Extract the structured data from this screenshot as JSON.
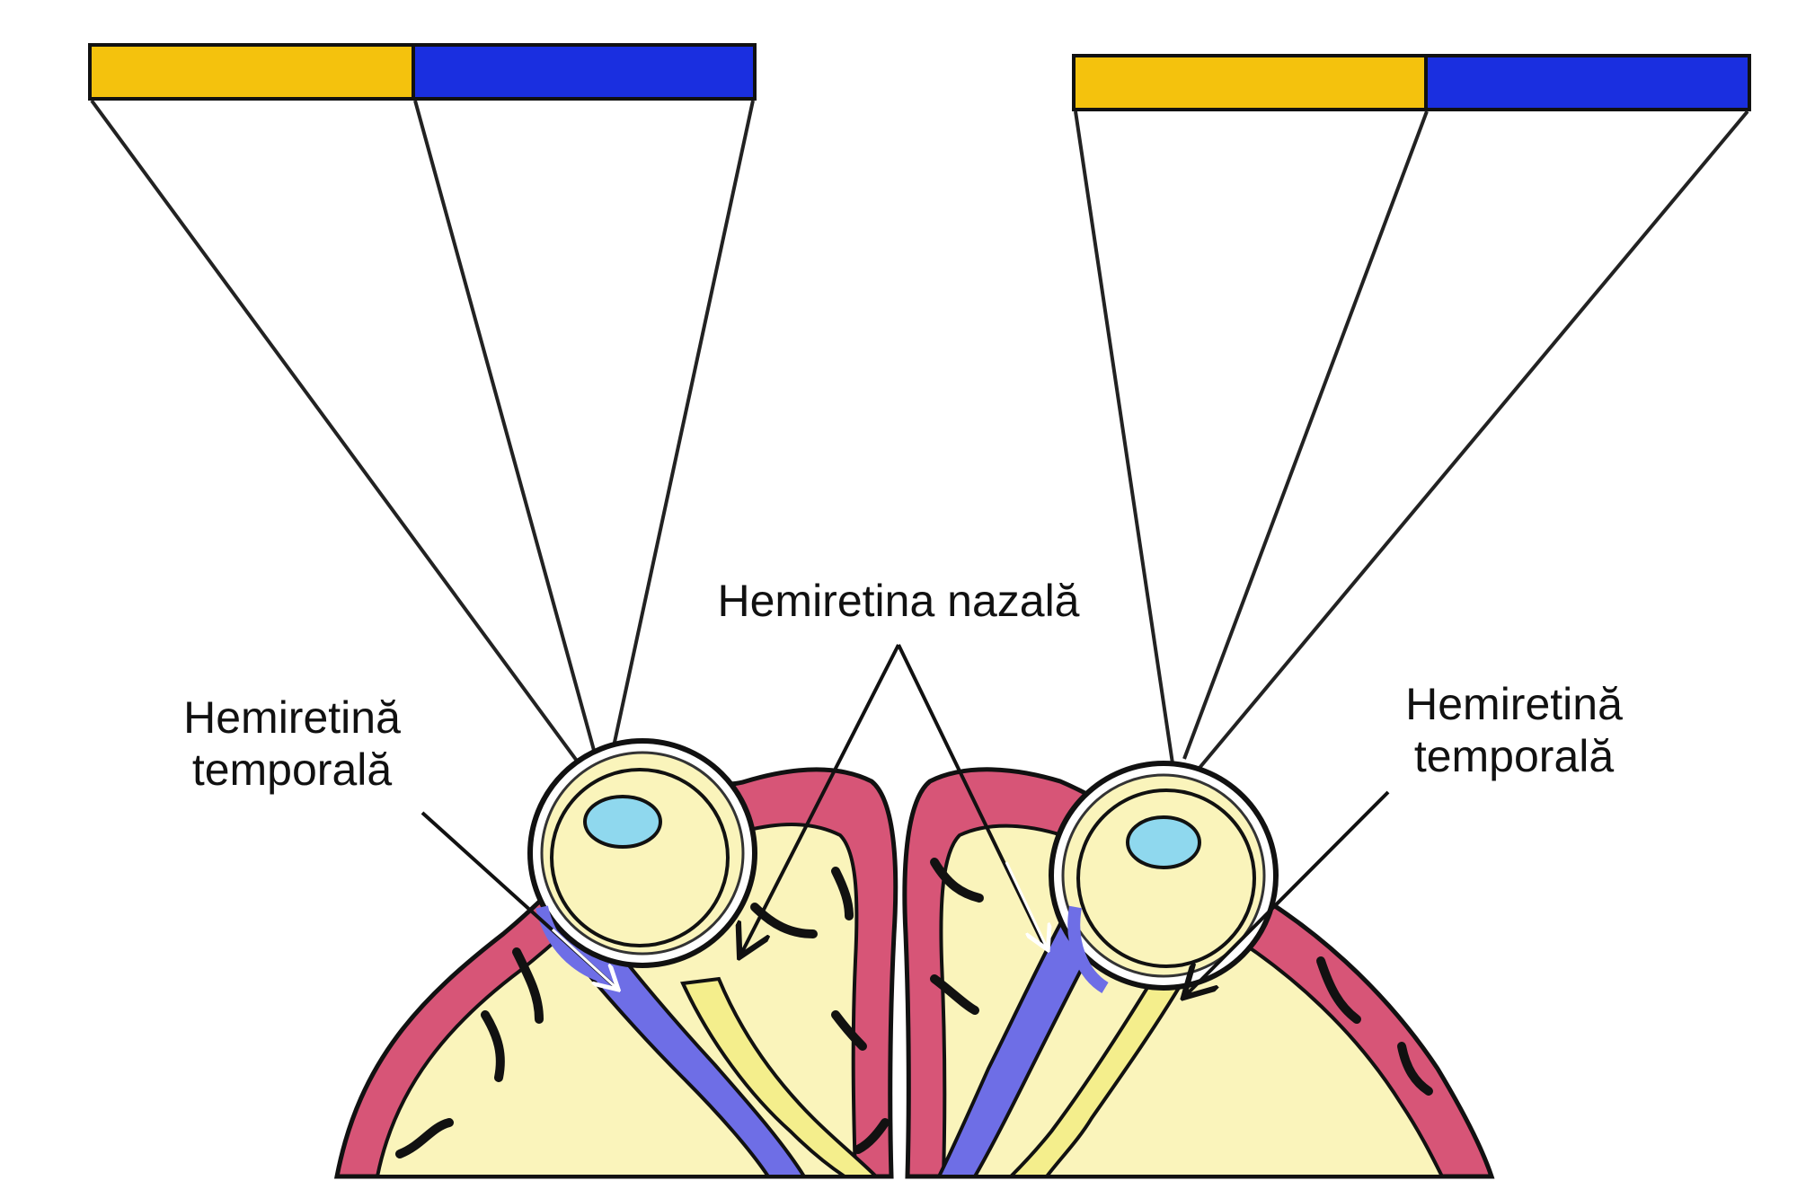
{
  "colors": {
    "field_left": "#F4C20D",
    "field_right": "#1A2FE0",
    "cortex": "#D75577",
    "cortex_fill": "#FAF4BB",
    "nasal_pathway": "#6E6EE6",
    "temporal_pathway": "#F4EE8C",
    "lens": "#8FD8EE"
  },
  "labels": {
    "nasal": "Hemiretina nazală",
    "temporal_left_line1": "Hemiretină",
    "temporal_left_line2": "temporală",
    "temporal_right_line1": "Hemiretină",
    "temporal_right_line2": "temporală"
  },
  "icons": {
    "left_eye": "eyeball-icon",
    "right_eye": "eyeball-icon",
    "arrow": "arrow-icon"
  }
}
